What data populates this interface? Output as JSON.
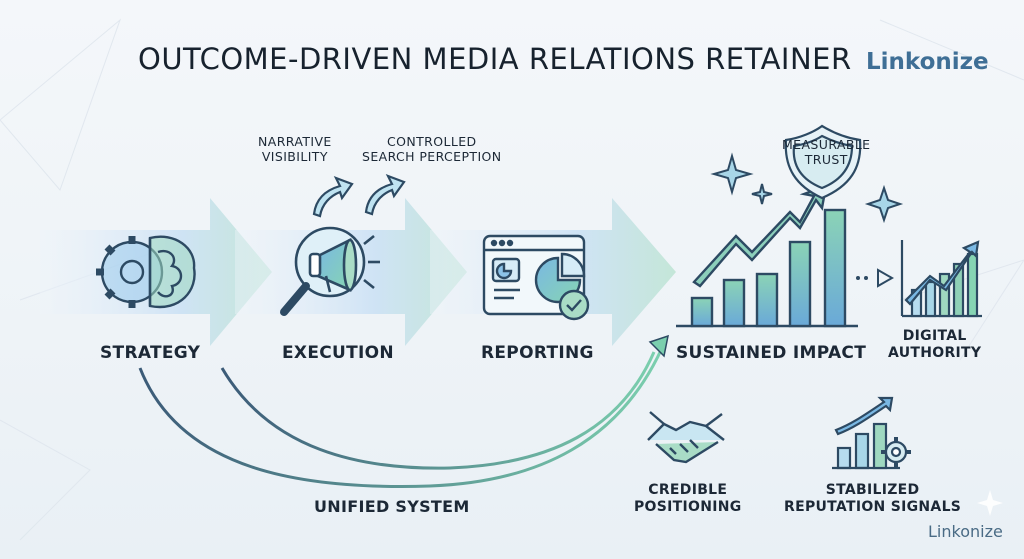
{
  "header": {
    "title": "OUTCOME-DRIVEN MEDIA RELATIONS RETAINER",
    "brand": "Linkonize"
  },
  "stages": [
    {
      "id": "strategy",
      "label": "STRATEGY",
      "icon": "gear-brain-icon"
    },
    {
      "id": "execution",
      "label": "EXECUTION",
      "icon": "magnifier-megaphone-icon"
    },
    {
      "id": "reporting",
      "label": "REPORTING",
      "icon": "dashboard-report-icon"
    },
    {
      "id": "sustained",
      "label": "SUSTAINED IMPACT",
      "icon": "growth-bar-chart-icon"
    }
  ],
  "outcomes": {
    "narrative_visibility": "NARRATIVE\nVISIBILITY",
    "controlled_search": "CONTROLLED\nSEARCH PERCEPTION",
    "measurable_trust": "MEASURABLE\nTRUST",
    "digital_authority": "DIGITAL\nAUTHORITY",
    "credible_positioning": "CREDIBLE\nPOSITIONING",
    "stabilized_signals": "STABILIZED\nREPUTATION SIGNALS"
  },
  "loop_label": "UNIFIED SYSTEM",
  "footer": {
    "brand": "Linkonize"
  },
  "colors": {
    "arrow_start": "#cfe3f5",
    "arrow_end": "#bfe6d6",
    "icon_stroke": "#2d4a63",
    "accent_blue": "#5c9fd0",
    "accent_green": "#7fcfae",
    "brand": "#3f6f96"
  }
}
